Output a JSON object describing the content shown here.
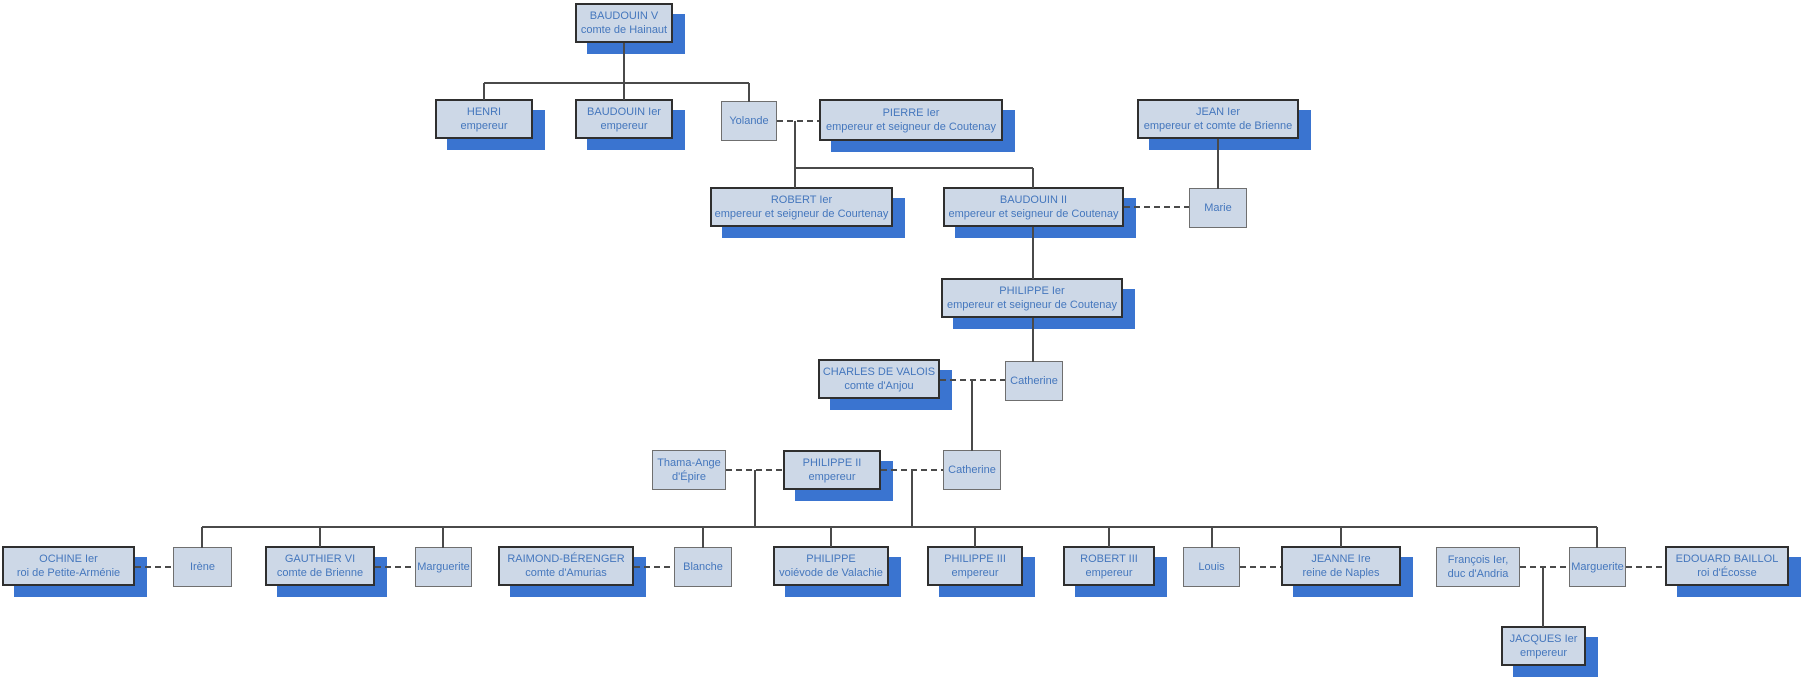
{
  "nodes": {
    "baudouin_v": {
      "name": "BAUDOUIN V",
      "title": "comte de Hainaut"
    },
    "henri": {
      "name": "HENRI",
      "title": "empereur"
    },
    "baudouin_1": {
      "name": "BAUDOUIN Ier",
      "title": "empereur"
    },
    "yolande": {
      "name": "Yolande"
    },
    "pierre_1": {
      "name": "PIERRE Ier",
      "title": "empereur et seigneur de Coutenay"
    },
    "jean_1": {
      "name": "JEAN Ier",
      "title": "empereur et comte de Brienne"
    },
    "robert_1": {
      "name": "ROBERT Ier",
      "title": "empereur et seigneur de Courtenay"
    },
    "baudouin_2": {
      "name": "BAUDOUIN II",
      "title": "empereur et seigneur de Coutenay"
    },
    "marie": {
      "name": "Marie"
    },
    "philippe_1": {
      "name": "PHILIPPE Ier",
      "title": "empereur et seigneur de Coutenay"
    },
    "charles_de_valois": {
      "name": "CHARLES DE VALOIS",
      "title": "comte d'Anjou"
    },
    "catherine_1": {
      "name": "Catherine"
    },
    "thama_ange": {
      "name": "Thama-Ange",
      "title": "d'Épire"
    },
    "philippe_2": {
      "name": "PHILIPPE II",
      "title": "empereur"
    },
    "catherine_2": {
      "name": "Catherine"
    },
    "ochine": {
      "name": "OCHINE Ier",
      "title": "roi de Petite-Arménie"
    },
    "irene": {
      "name": "Irène"
    },
    "gauthier": {
      "name": "GAUTHIER VI",
      "title": "comte de Brienne"
    },
    "marguerite_1": {
      "name": "Marguerite"
    },
    "raimond": {
      "name": "RAIMOND-BÉRENGER",
      "title": "comte d'Amurias"
    },
    "blanche": {
      "name": "Blanche"
    },
    "philippe_valachie": {
      "name": "PHILIPPE",
      "title": "voiévode de Valachie"
    },
    "philippe_3": {
      "name": "PHILIPPE III",
      "title": "empereur"
    },
    "robert_3": {
      "name": "ROBERT III",
      "title": "empereur"
    },
    "louis": {
      "name": "Louis"
    },
    "jeanne": {
      "name": "JEANNE Ire",
      "title": "reine de Naples"
    },
    "francois": {
      "name": "François Ier,",
      "title": "duc d'Andria"
    },
    "marguerite_2": {
      "name": "Marguerite"
    },
    "edouard": {
      "name": "EDOUARD BAILLOL",
      "title": "roi d'Écosse"
    },
    "jacques": {
      "name": "JACQUES Ier",
      "title": "empereur"
    }
  },
  "colors": {
    "node_fill": "#cdd8e7",
    "node_text": "#4577bd",
    "node_shadow": "#3a74d0",
    "main_border": "#2f2f2f",
    "spouse_border": "#6f6f6f",
    "line": "#4a4a4a",
    "background": "#ffffff"
  }
}
